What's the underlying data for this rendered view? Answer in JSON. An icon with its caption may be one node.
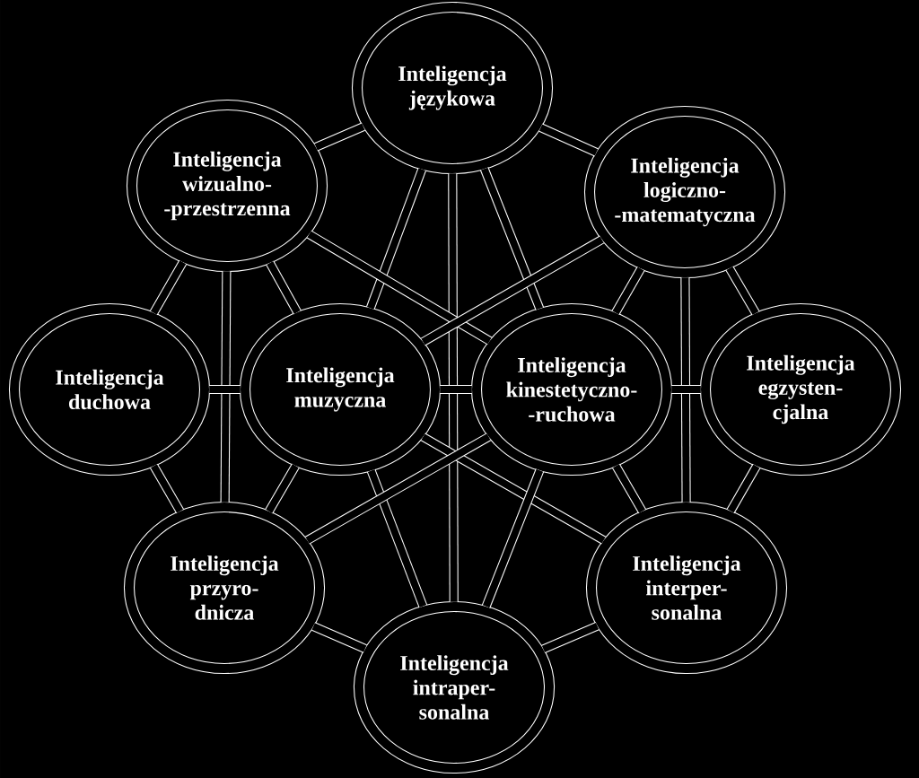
{
  "diagram": {
    "nodes": [
      {
        "text": [
          "Inteligencja językowa"
        ]
      },
      {
        "text": [
          "Inteligencja wizualno- -przestrzenna"
        ]
      },
      {
        "text": [
          "Inteligencja logiczno- -matematyczna"
        ]
      },
      {
        "text": [
          "Inteligencja duchowa"
        ]
      },
      {
        "text": [
          "Inteligencja muzyczna"
        ]
      },
      {
        "text": [
          "Inteligencja kinestetyczno- -ruchowa"
        ]
      },
      {
        "text": [
          "Inteligencja egzysten- cjalna"
        ]
      },
      {
        "text": [
          "Inteligencja przyro- dnicza"
        ]
      },
      {
        "text": [
          "Inteligencja interper- sonalna"
        ]
      },
      {
        "text": [
          "Inteligencja intraper- sonalna"
        ]
      }
    ],
    "edges": [
      {
        "from": 0,
        "to": 1,
        "arrow": "none"
      },
      {
        "from": 0,
        "to": 2,
        "arrow": "none"
      },
      {
        "from": 0,
        "to": 4,
        "arrow": "none"
      },
      {
        "from": 0,
        "to": 5,
        "arrow": "none"
      },
      {
        "from": 0,
        "to": 9,
        "arrow": "none"
      },
      {
        "from": 1,
        "to": 3,
        "arrow": "none"
      },
      {
        "from": 1,
        "to": 4,
        "arrow": "none"
      },
      {
        "from": 1,
        "to": 5,
        "arrow": "none"
      },
      {
        "from": 1,
        "to": 7,
        "arrow": "none"
      },
      {
        "from": 2,
        "to": 4,
        "arrow": "none"
      },
      {
        "from": 2,
        "to": 5,
        "arrow": "none"
      },
      {
        "from": 2,
        "to": 6,
        "arrow": "none"
      },
      {
        "from": 2,
        "to": 8,
        "arrow": "none"
      },
      {
        "from": 3,
        "to": 4,
        "arrow": "none"
      },
      {
        "from": 3,
        "to": 7,
        "arrow": "none"
      },
      {
        "from": 4,
        "to": 5,
        "arrow": "none"
      },
      {
        "from": 4,
        "to": 7,
        "arrow": "none"
      },
      {
        "from": 4,
        "to": 8,
        "arrow": "none"
      },
      {
        "from": 4,
        "to": 9,
        "arrow": "none"
      },
      {
        "from": 5,
        "to": 6,
        "arrow": "none"
      },
      {
        "from": 5,
        "to": 7,
        "arrow": "none"
      },
      {
        "from": 5,
        "to": 8,
        "arrow": "none"
      },
      {
        "from": 5,
        "to": 9,
        "arrow": "none"
      },
      {
        "from": 6,
        "to": 8,
        "arrow": "none"
      },
      {
        "from": 7,
        "to": 9,
        "arrow": "none"
      },
      {
        "from": 8,
        "to": 9,
        "arrow": "none"
      }
    ]
  }
}
